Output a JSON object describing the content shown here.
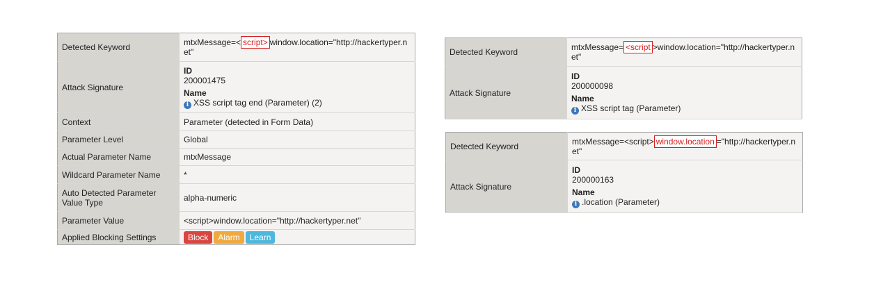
{
  "left_panel": {
    "detected_keyword": {
      "label": "Detected Keyword",
      "before": "mtxMessage=<",
      "highlight": "script>",
      "after": "window.location=\"http://hackertyper.net\""
    },
    "attack_signature": {
      "label": "Attack Signature",
      "id_label": "ID",
      "id_value": "200001475",
      "name_label": "Name",
      "name_value": "XSS script tag end (Parameter) (2)",
      "icon": "info-icon"
    },
    "context": {
      "label": "Context",
      "value": "Parameter (detected in Form Data)"
    },
    "parameter_level": {
      "label": "Parameter Level",
      "value": "Global"
    },
    "actual_parameter_name": {
      "label": "Actual Parameter Name",
      "value": "mtxMessage"
    },
    "wildcard_parameter_name": {
      "label": "Wildcard Parameter Name",
      "value": "*"
    },
    "auto_detected_value_type": {
      "label": "Auto Detected Parameter Value Type",
      "value": "alpha-numeric"
    },
    "parameter_value": {
      "label": "Parameter Value",
      "value": "<script>window.location=\"http://hackertyper.net\""
    },
    "blocking_settings": {
      "label": "Applied Blocking Settings",
      "block": "Block",
      "alarm": "Alarm",
      "learn": "Learn",
      "colors": {
        "block": "#d9453f",
        "alarm": "#f0a93d",
        "learn": "#4db7dd"
      }
    }
  },
  "right_panel_1": {
    "detected_keyword": {
      "label": "Detected Keyword",
      "before": "mtxMessage=",
      "highlight": "<script",
      "after": ">window.location=\"http://hackertyper.net\""
    },
    "attack_signature": {
      "label": "Attack Signature",
      "id_label": "ID",
      "id_value": "200000098",
      "name_label": "Name",
      "name_value": "XSS script tag (Parameter)",
      "icon": "info-icon"
    }
  },
  "right_panel_2": {
    "detected_keyword": {
      "label": "Detected Keyword",
      "before": "mtxMessage=<script>",
      "highlight": "window.location",
      "after": "=\"http://hackertyper.net\""
    },
    "attack_signature": {
      "label": "Attack Signature",
      "id_label": "ID",
      "id_value": "200000163",
      "name_label": "Name",
      "name_value": ".location (Parameter)",
      "icon": "info-icon"
    }
  },
  "colors": {
    "label_bg": "#d6d5d0",
    "value_bg": "#f4f3f1",
    "highlight": "#d42020",
    "info_icon": "#3f78b8"
  }
}
